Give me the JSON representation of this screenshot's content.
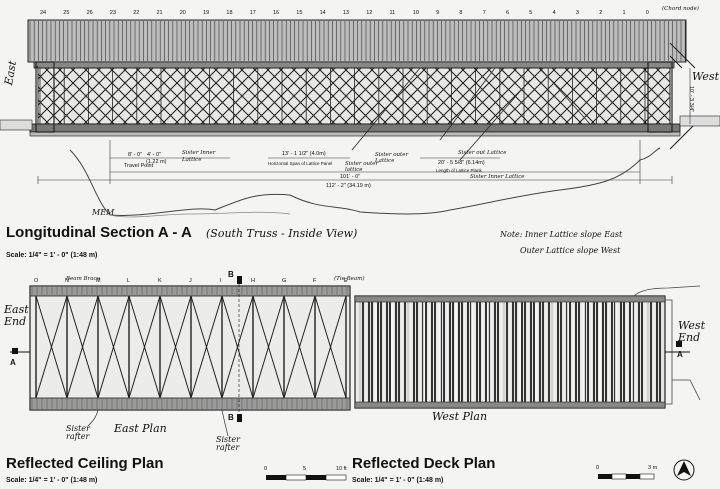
{
  "section": {
    "title": "Longitudinal Section A - A",
    "scale": "Scale: 1/4\" = 1' - 0\" (1:48 m)",
    "note_view": "(South Truss - Inside View)",
    "east": "East",
    "west": "West",
    "height_dim": "10' - 3 3/4\"",
    "panel_numbers": [
      "24",
      "25",
      "26",
      "23",
      "22",
      "21",
      "20",
      "19",
      "18",
      "17",
      "16",
      "15",
      "14",
      "13",
      "12",
      "11",
      "10",
      "9",
      "8",
      "7",
      "6",
      "5",
      "4",
      "3",
      "2",
      "1",
      "0"
    ],
    "panel_note": "(Chord node)",
    "dims": {
      "d1": "8' - 0\"",
      "d1b": "Travel Point",
      "d2": "4' - 0\"",
      "d2b": "(1.22 m)",
      "d3": "13' - 1 1/2\" (4.0m)",
      "d3b": "Horizontal Span of Lattice Panel",
      "d4": "20' - 5 5/8\" (6.14m)",
      "d4b": "Length of Lattice Plank",
      "d5": "101' - 0\"",
      "d6": "112' - 2\" (34.19 m)"
    },
    "hand_notes": {
      "sister_inner_1": "Sister Inner Lattice",
      "sister_outer_1": "Sister outer Lattice",
      "sister_out_lattice": "Sister out Lattice",
      "sister_inner_2": "Sister Inner Lattice",
      "sister_lattice": "Sister outer lattice",
      "mem": "MEM",
      "note1": "Note: Inner Lattice slope East",
      "note2": "Outer Lattice slope West"
    }
  },
  "ceiling": {
    "title": "Reflected Ceiling Plan",
    "scale": "Scale: 1/4\" = 1' - 0\" (1:48 m)",
    "east_end": "East End",
    "east_plan": "East Plan",
    "sister_rafter_1": "Sister rafter",
    "sister_rafter_2": "Sister rafter",
    "brace_note": "Beam Brace",
    "tie_beam": "(Tie Beam)",
    "marker_a": "A",
    "marker_b": "B",
    "letters": [
      "O",
      "N",
      "M",
      "L",
      "K",
      "J",
      "I",
      "H",
      "G",
      "F",
      "E"
    ],
    "scale_bar": [
      "0",
      "5",
      "10 ft"
    ]
  },
  "deck": {
    "title": "Reflected Deck Plan",
    "scale": "Scale: 1/4\" = 1' - 0\" (1:48 m)",
    "west_plan": "West Plan",
    "west_end": "West End",
    "marker_a": "A",
    "scale_bar": [
      "0",
      "3 m"
    ]
  }
}
